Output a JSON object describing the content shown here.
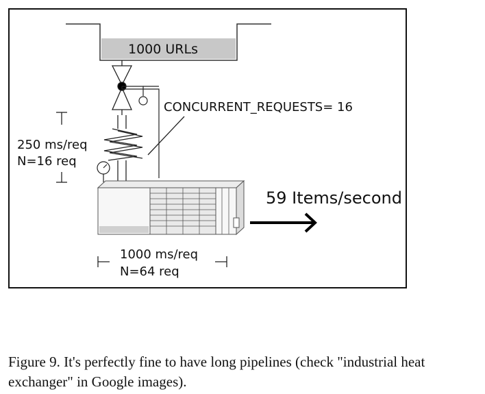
{
  "diagram": {
    "tank_label": "1000 URLs",
    "concurrency_label": "CONCURRENT_REQUESTS= 16",
    "downloader_latency": "250 ms/req",
    "downloader_count": "N=16 req",
    "output_rate": "59 Items/second",
    "processor_latency": "1000 ms/req",
    "processor_count": "N=64 req"
  },
  "caption": "Figure 9. It's perfectly fine to have long pipelines (check \"industrial heat exchanger\" in Google images)."
}
